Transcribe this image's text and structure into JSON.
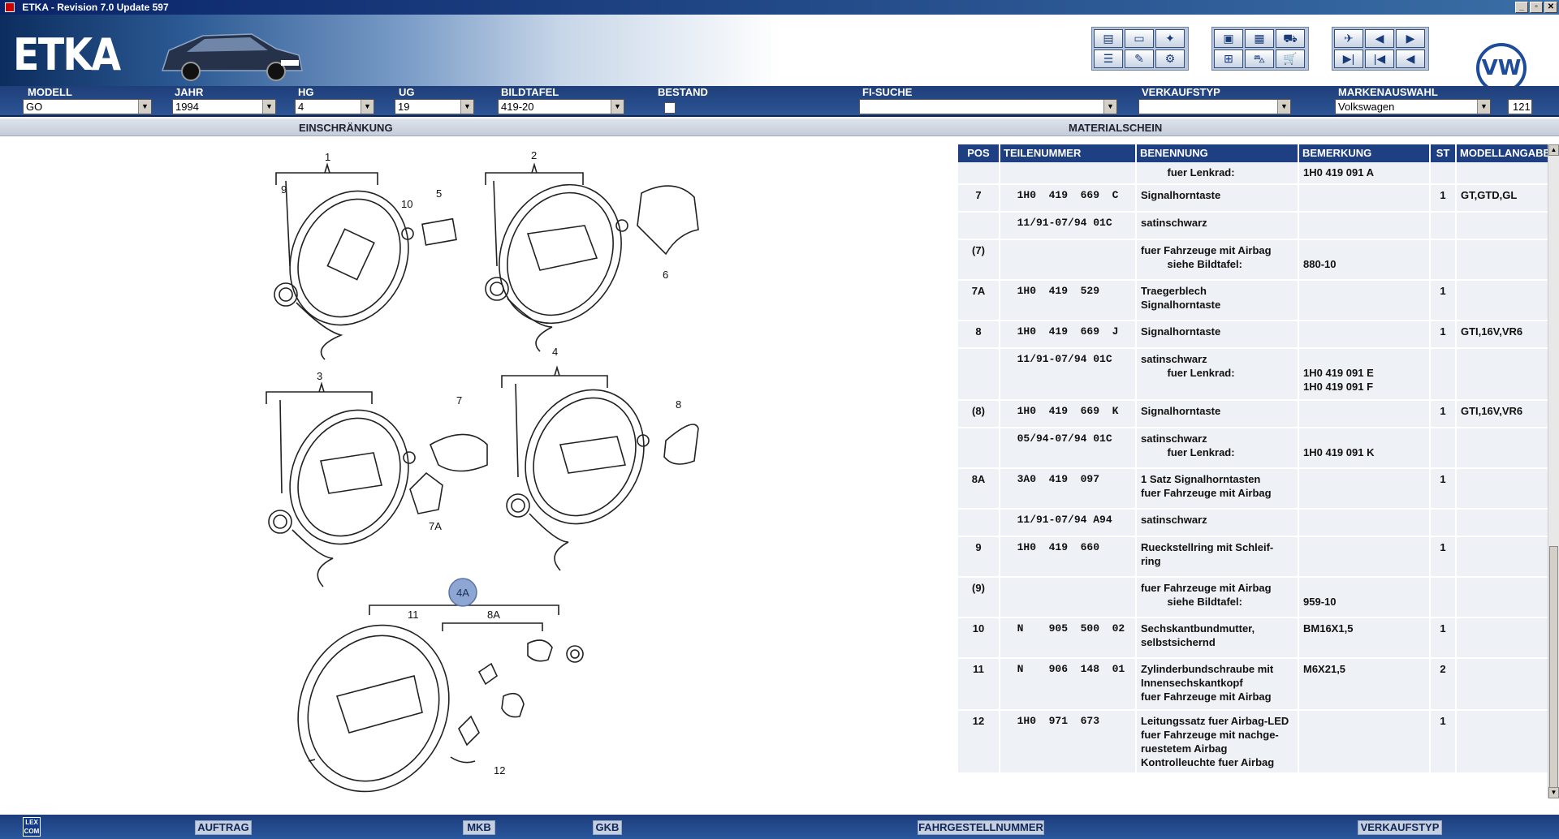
{
  "window": {
    "title": "ETKA - Revision 7.0 Update 597",
    "controls": [
      "_",
      "▫",
      "✕"
    ]
  },
  "banner": {
    "logo": "ETKA",
    "brand_logo": "VW"
  },
  "fields": {
    "modell": {
      "label": "MODELL",
      "value": "GO"
    },
    "jahr": {
      "label": "JAHR",
      "value": "1994"
    },
    "hg": {
      "label": "HG",
      "value": "4"
    },
    "ug": {
      "label": "UG",
      "value": "19"
    },
    "bildtafel": {
      "label": "BILDTAFEL",
      "value": "419-20"
    },
    "bestand": {
      "label": "BESTAND"
    },
    "fi_suche": {
      "label": "FI-SUCHE",
      "value": ""
    },
    "verkaufstyp": {
      "label": "VERKAUFSTYP",
      "value": ""
    },
    "markenauswahl": {
      "label": "MARKENAUSWAHL",
      "value": "Volkswagen",
      "count": "121"
    }
  },
  "strip": {
    "left": "EINSCHRÄNKUNG",
    "right": "MATERIALSCHEIN"
  },
  "diagram": {
    "labels": [
      "1",
      "2",
      "3",
      "4",
      "5",
      "6",
      "7",
      "7A",
      "8",
      "8A",
      "9",
      "10",
      "11",
      "12"
    ],
    "callout": "4A"
  },
  "table": {
    "headers": [
      "POS",
      "TEILENUMMER",
      "BENENNUNG",
      "BEMERKUNG",
      "ST",
      "MODELLANGABE"
    ],
    "rows": [
      {
        "pos": "",
        "part": "",
        "name": "         fuer Lenkrad:",
        "note": "1H0 419 091 A",
        "st": "",
        "model": ""
      },
      {
        "pos": "7",
        "part": "  1H0  419  669  C",
        "name": "Signalhorntaste",
        "note": "",
        "st": "1",
        "model": "GT,GTD,GL"
      },
      {
        "pos": "",
        "part": "  11/91-07/94 01C",
        "name": "satinschwarz",
        "note": "",
        "st": "",
        "model": ""
      },
      {
        "pos": "(7)",
        "part": "",
        "name": "fuer Fahrzeuge mit Airbag\n         siehe Bildtafel:",
        "note": "\n880-10",
        "st": "",
        "model": ""
      },
      {
        "pos": "7A",
        "part": "  1H0  419  529",
        "name": "Traegerblech\nSignalhorntaste",
        "note": "",
        "st": "1",
        "model": ""
      },
      {
        "pos": "8",
        "part": "  1H0  419  669  J",
        "name": "Signalhorntaste",
        "note": "",
        "st": "1",
        "model": "GTI,16V,VR6"
      },
      {
        "pos": "",
        "part": "  11/91-07/94 01C",
        "name": "satinschwarz\n         fuer Lenkrad:",
        "note": "\n1H0 419 091 E\n1H0 419 091 F",
        "st": "",
        "model": ""
      },
      {
        "pos": "(8)",
        "part": "  1H0  419  669  K",
        "name": "Signalhorntaste",
        "note": "",
        "st": "1",
        "model": "GTI,16V,VR6"
      },
      {
        "pos": "",
        "part": "  05/94-07/94 01C",
        "name": "satinschwarz\n         fuer Lenkrad:",
        "note": "\n1H0 419 091 K",
        "st": "",
        "model": ""
      },
      {
        "pos": "8A",
        "part": "  3A0  419  097",
        "name": "1 Satz Signalhorntasten\nfuer Fahrzeuge mit Airbag",
        "note": "",
        "st": "1",
        "model": ""
      },
      {
        "pos": "",
        "part": "  11/91-07/94 A94",
        "name": "satinschwarz",
        "note": "",
        "st": "",
        "model": ""
      },
      {
        "pos": "9",
        "part": "  1H0  419  660",
        "name": "Rueckstellring mit Schleif-\nring",
        "note": "",
        "st": "1",
        "model": ""
      },
      {
        "pos": "(9)",
        "part": "",
        "name": "fuer Fahrzeuge mit Airbag\n         siehe Bildtafel:",
        "note": "\n959-10",
        "st": "",
        "model": ""
      },
      {
        "pos": "10",
        "part": "  N    905  500  02",
        "name": "Sechskantbundmutter,\nselbstsichernd",
        "note": "BM16X1,5",
        "st": "1",
        "model": ""
      },
      {
        "pos": "11",
        "part": "  N    906  148  01",
        "name": "Zylinderbundschraube mit\nInnensechskantkopf\nfuer Fahrzeuge mit Airbag",
        "note": "M6X21,5",
        "st": "2",
        "model": ""
      },
      {
        "pos": "12",
        "part": "  1H0  971  673",
        "name": "Leitungssatz fuer Airbag-LED\nfuer Fahrzeuge mit nachge-\nruestetem Airbag\nKontrolleuchte fuer Airbag",
        "note": "",
        "st": "1",
        "model": ""
      }
    ]
  },
  "bottom": {
    "logo": "LEX\nCOM",
    "buttons": [
      "AUFTRAG",
      "MKB",
      "GKB",
      "FAHRGESTELLNUMMER",
      "VERKAUFSTYP"
    ]
  },
  "colors": {
    "accent": "#1e3f82",
    "row_bg": "#eef1f5",
    "callout": "#8da6d4"
  }
}
